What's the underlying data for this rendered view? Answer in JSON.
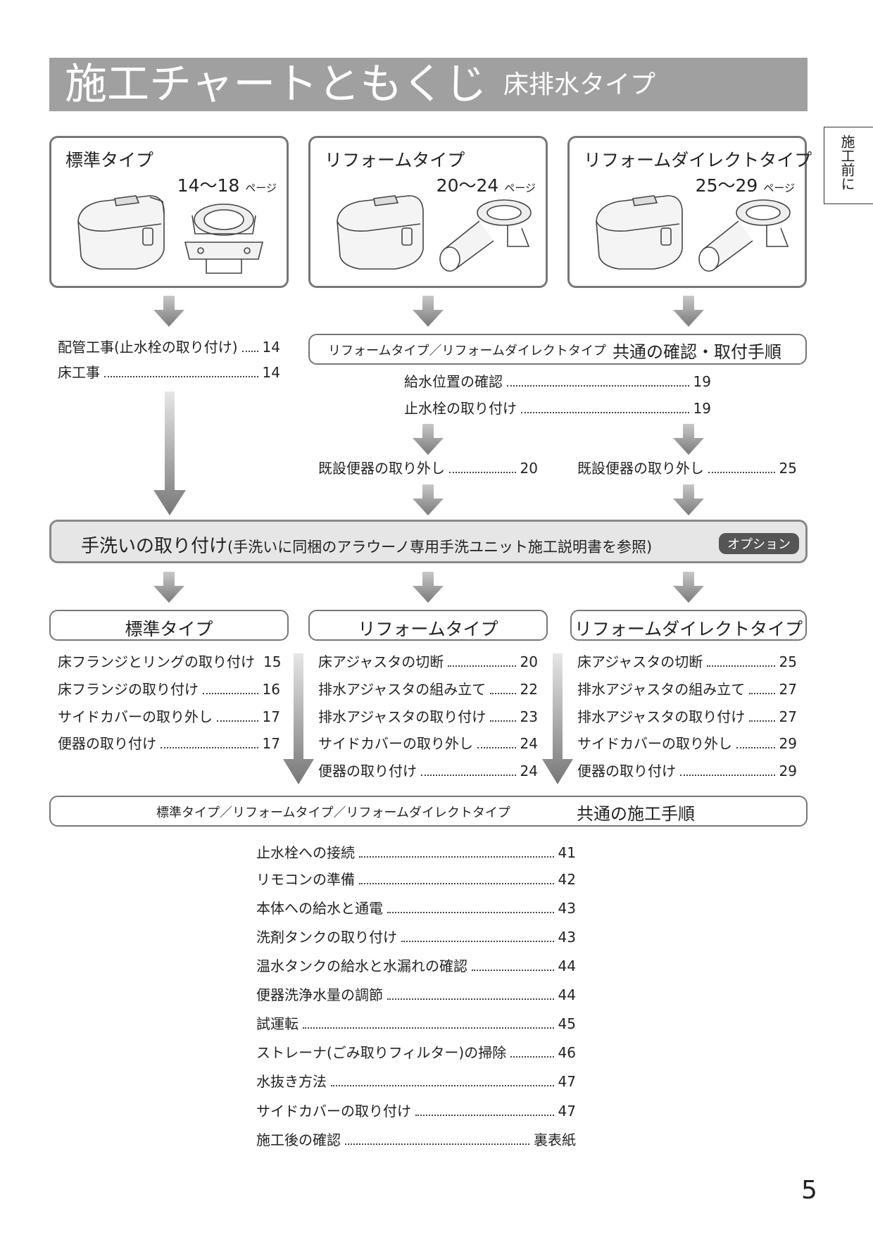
{
  "header": {
    "title": "施工チャートともくじ",
    "subtitle": "床排水タイプ"
  },
  "side_tab": "施工前に",
  "types": [
    {
      "name": "標準タイプ",
      "pages": "14〜18",
      "page_unit": "ページ"
    },
    {
      "name": "リフォームタイプ",
      "pages": "20〜24",
      "page_unit": "ページ"
    },
    {
      "name": "リフォームダイレクトタイプ",
      "pages": "25〜29",
      "page_unit": "ページ"
    }
  ],
  "standard_prep": [
    {
      "label": "配管工事(止水栓の取り付け)",
      "page": "14"
    },
    {
      "label": "床工事",
      "page": "14"
    }
  ],
  "reform_common": {
    "label": "リフォームタイプ／リフォームダイレクトタイプ",
    "title": "共通の確認・取付手順",
    "items": [
      {
        "label": "給水位置の確認",
        "page": "19"
      },
      {
        "label": "止水栓の取り付け",
        "page": "19"
      }
    ],
    "removal_reform": {
      "label": "既設便器の取り外し",
      "page": "20"
    },
    "removal_direct": {
      "label": "既設便器の取り外し",
      "page": "25"
    }
  },
  "handwash": {
    "title": "手洗いの取り付け",
    "note": "(手洗いに同梱のアラウーノ専用手洗ユニット施工説明書を参照)",
    "option": "オプション"
  },
  "type_labels": [
    "標準タイプ",
    "リフォームタイプ",
    "リフォームダイレクトタイプ"
  ],
  "standard_steps": [
    {
      "label": "床フランジとリングの取り付け",
      "page": "15"
    },
    {
      "label": "床フランジの取り付け",
      "page": "16"
    },
    {
      "label": "サイドカバーの取り外し",
      "page": "17"
    },
    {
      "label": "便器の取り付け",
      "page": "17"
    }
  ],
  "reform_steps": [
    {
      "label": "床アジャスタの切断",
      "page": "20"
    },
    {
      "label": "排水アジャスタの組み立て",
      "page": "22"
    },
    {
      "label": "排水アジャスタの取り付け",
      "page": "23"
    },
    {
      "label": "サイドカバーの取り外し",
      "page": "24"
    },
    {
      "label": "便器の取り付け",
      "page": "24"
    }
  ],
  "direct_steps": [
    {
      "label": "床アジャスタの切断",
      "page": "25"
    },
    {
      "label": "排水アジャスタの組み立て",
      "page": "27"
    },
    {
      "label": "排水アジャスタの取り付け",
      "page": "27"
    },
    {
      "label": "サイドカバーの取り外し",
      "page": "29"
    },
    {
      "label": "便器の取り付け",
      "page": "29"
    }
  ],
  "common_all": {
    "label": "標準タイプ／リフォームタイプ／リフォームダイレクトタイプ",
    "title": "共通の施工手順",
    "items": [
      {
        "label": "止水栓への接続",
        "page": "41"
      },
      {
        "label": "リモコンの準備",
        "page": "42"
      },
      {
        "label": "本体への給水と通電",
        "page": "43"
      },
      {
        "label": "洗剤タンクの取り付け",
        "page": "43"
      },
      {
        "label": "温水タンクの給水と水漏れの確認",
        "page": "44"
      },
      {
        "label": "便器洗浄水量の調節",
        "page": "44"
      },
      {
        "label": "試運転",
        "page": "45"
      },
      {
        "label": "ストレーナ(ごみ取りフィルター)の掃除",
        "page": "46"
      },
      {
        "label": "水抜き方法",
        "page": "47"
      },
      {
        "label": "サイドカバーの取り付け",
        "page": "47"
      },
      {
        "label": "施工後の確認",
        "page": "裏表紙"
      }
    ]
  },
  "page_number": "5"
}
